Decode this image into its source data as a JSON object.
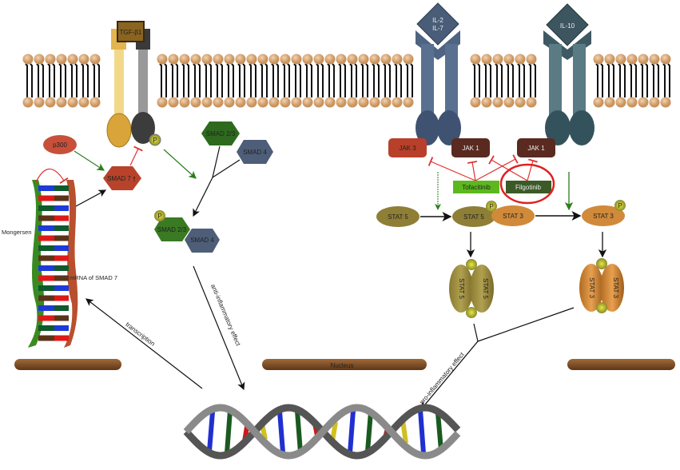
{
  "ligands": {
    "tgf": "TGF-β1",
    "il2_line1": "IL-2",
    "il2_line2": "IL-7",
    "il10": "IL-10"
  },
  "proteins": {
    "p300": "p300",
    "smad7": "SMAD 7",
    "smad7_arrow": "↑",
    "smad23": "SMAD 2/3",
    "smad4": "SMAD 4",
    "jak3": "JAK 3",
    "jak1_a": "JAK 1",
    "jak1_b": "JAK 1",
    "stat5": "STAT 5",
    "stat3": "STAT 3",
    "phospho": "P"
  },
  "drugs": {
    "tofacitinib": "Tofacitinib",
    "filgotinib": "Filgotinib"
  },
  "labels": {
    "mongersen": "Mongersen",
    "mrna": "mRNA of SMAD 7",
    "nucleus": "Nucleus",
    "transcription": "transcription",
    "anti": "anti-inflammatory effect",
    "pro": "pro-inflammatory effect"
  },
  "colors": {
    "lipid": "#e0b080",
    "activation": "#2e7d1e",
    "inhibition": "#e03030",
    "nucleus": "#7a4a22",
    "highlight": "#e02020"
  }
}
